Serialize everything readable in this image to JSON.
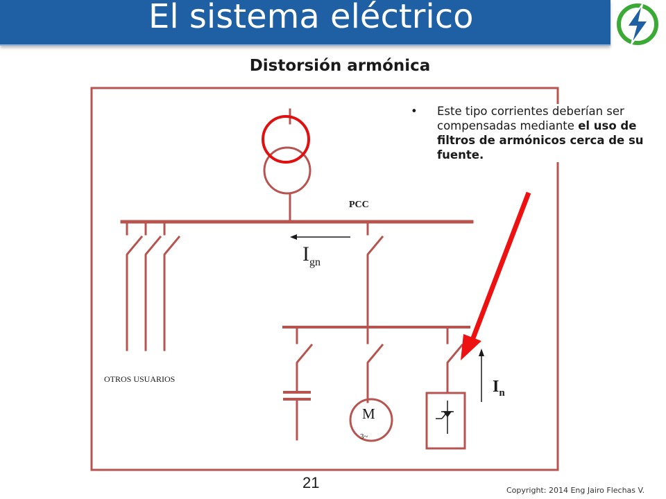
{
  "header": {
    "title": "El sistema eléctrico",
    "logo_icon": "lightning-bolt-icon"
  },
  "slide": {
    "subtitle": "Distorsión armónica",
    "bullet_normal": "Este tipo corrientes deberían ser compensadas mediante ",
    "bullet_bold": "el uso de filtros de armónicos cerca de su fuente.",
    "page_number": "21",
    "copyright": "Copyright: 2014 Eng Jairo Flechas V."
  },
  "diagram": {
    "pcc_label": "PCC",
    "current_main": "I",
    "current_main_sub": "gn",
    "current_load": "I",
    "current_load_sub": "n",
    "users_label": "OTROS USUARIOS",
    "motor_label": "M",
    "motor_phase": "3~"
  },
  "colors": {
    "title_bar": "#1f5fa3",
    "circuit": "#b85450",
    "transformer_top": "#e01010",
    "arrow": "#ee1111",
    "logo_green": "#3aaa35",
    "logo_blue": "#1f5fa3"
  }
}
